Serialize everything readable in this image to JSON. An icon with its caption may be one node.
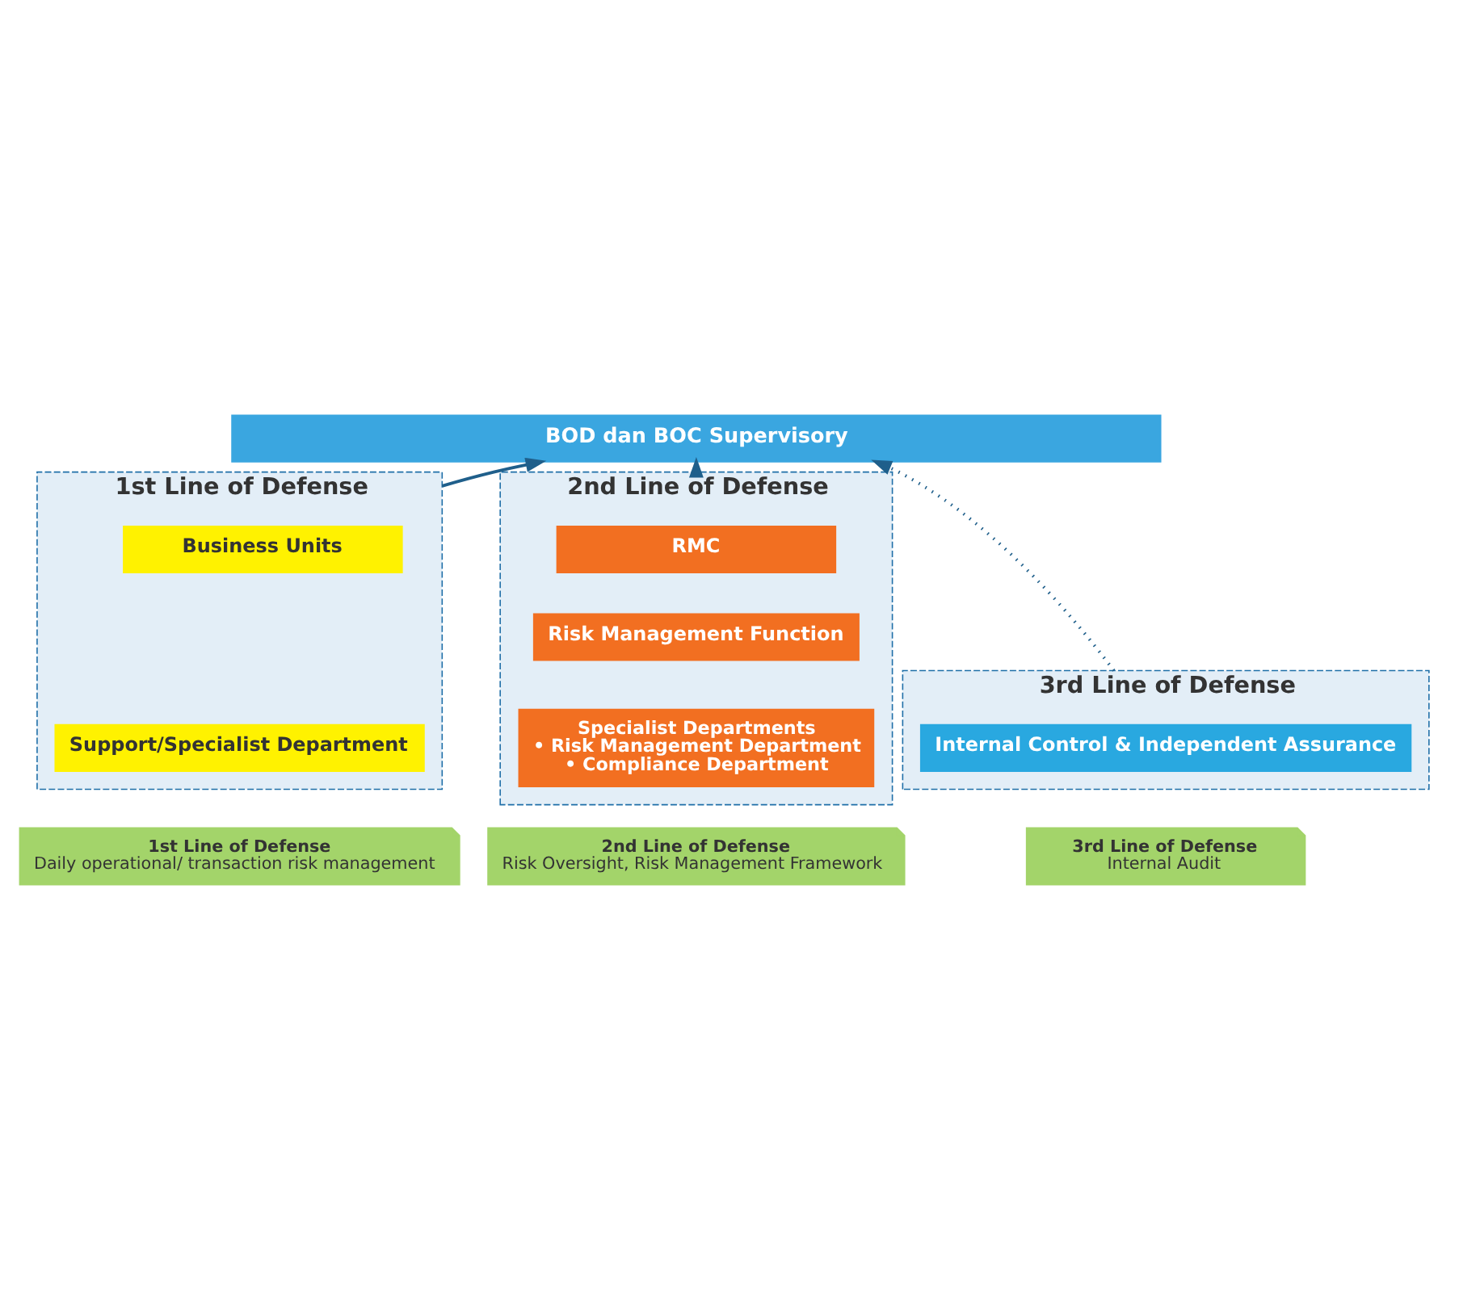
{
  "diagram": {
    "nodes": [
      {
        "text": [
          "BOD dan BOC Supervisory"
        ]
      },
      {
        "text": [
          "1st Line of Defense"
        ]
      },
      {
        "text": [
          "Business Units"
        ],
        "in": 1
      },
      {
        "text": [
          "Support/Specialist Department"
        ],
        "in": 1
      },
      {
        "text": [
          "2nd Line of Defense"
        ]
      },
      {
        "text": [
          "RMC"
        ],
        "in": 4
      },
      {
        "text": [
          "Risk Management Function"
        ],
        "in": 4
      },
      {
        "text": [
          "Specialist Departments",
          "• Risk Management Department",
          "• Compliance Department"
        ],
        "in": 4
      },
      {
        "text": [
          "3rd Line of Defense"
        ]
      },
      {
        "text": [
          "Internal Control & Independent Assurance"
        ],
        "in": 8
      },
      {
        "text": [
          "1st Line of Defense",
          "Daily operational/ transaction risk management"
        ]
      },
      {
        "text": [
          "2nd Line of Defense",
          "Risk Oversight, Risk Management Framework"
        ]
      },
      {
        "text": [
          "3rd Line of Defense",
          "Internal Audit"
        ]
      }
    ],
    "edges": [
      {
        "from": 1,
        "to": 0,
        "arrow": "to"
      },
      {
        "from": 4,
        "to": 0,
        "arrow": "to"
      },
      {
        "from": 8,
        "to": 0,
        "arrow": "to",
        "style": "dashed"
      }
    ]
  }
}
